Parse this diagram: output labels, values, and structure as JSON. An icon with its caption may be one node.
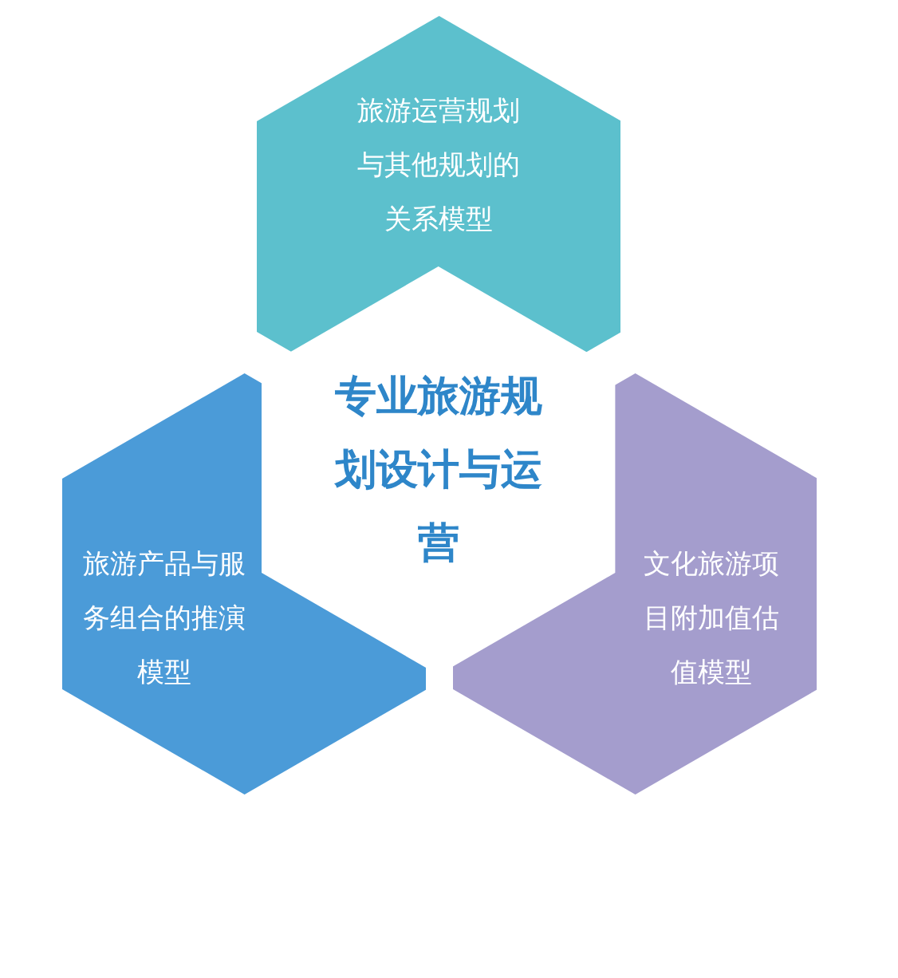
{
  "diagram": {
    "nodes": [
      {
        "text": [
          "旅游运营规划与其他规划的关系模型"
        ]
      },
      {
        "text": [
          "专业旅游规划设计与运营"
        ]
      },
      {
        "text": [
          "旅游产品与服务组合的推演模型"
        ]
      },
      {
        "text": [
          "文化旅游项目附加值估值模型"
        ]
      }
    ],
    "edges": []
  }
}
